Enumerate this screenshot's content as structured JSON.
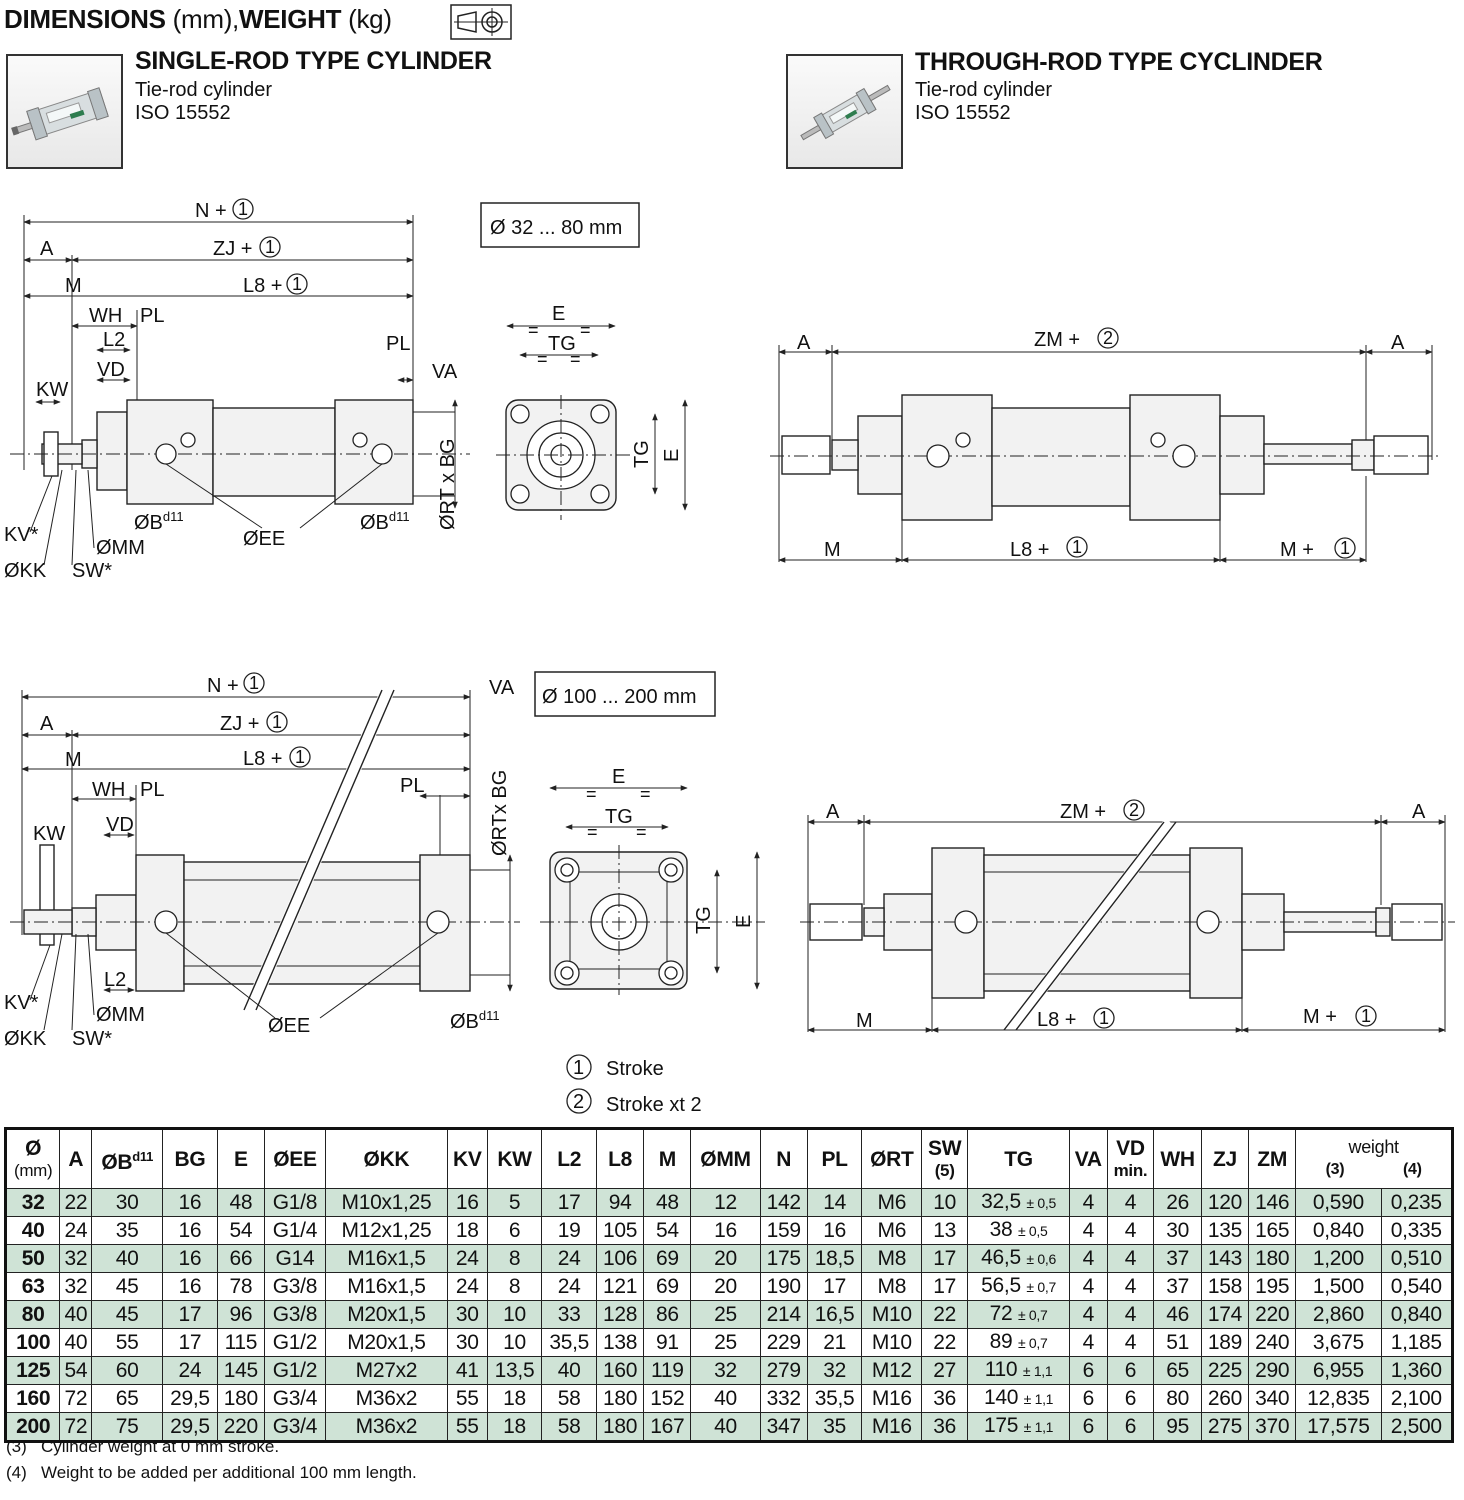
{
  "header": {
    "title_bold": "DIMENSIONS",
    "title_unit1": "(mm),",
    "title_bold2": "WEIGHT",
    "title_unit2": "(kg)"
  },
  "left_product": {
    "title": "SINGLE-ROD TYPE CYLINDER",
    "line1": "Tie-rod cylinder",
    "line2": "ISO 15552"
  },
  "right_product": {
    "title": "THROUGH-ROD TYPE CYCLINDER",
    "line1": "Tie-rod cylinder",
    "line2": "ISO 15552"
  },
  "ranges": {
    "small": "Ø 32 ... 80 mm",
    "large": "Ø 100 ... 200 mm"
  },
  "labels": {
    "N": "N +",
    "ZJ": "ZJ +",
    "L8": "L8 +",
    "A": "A",
    "M": "M",
    "WH": "WH",
    "PL": "PL",
    "L2": "L2",
    "VD": "VD",
    "KW": "KW",
    "VA": "VA",
    "KV": "KV*",
    "KK": "ØKK",
    "SW": "SW*",
    "MM": "ØMM",
    "B": "ØB",
    "d11": "d11",
    "EE": "ØEE",
    "RTBG": "ØRT x BG",
    "RTBG2": "ØRTx BG",
    "E": "E",
    "TG": "TG",
    "eq": "=",
    "ZM": "ZM +",
    "Mplus": "M +",
    "c1": "1",
    "c2": "2"
  },
  "legend": {
    "one_num": "1",
    "one": "Stroke",
    "two_num": "2",
    "two": "Stroke xt 2"
  },
  "table": {
    "headers": [
      "Ø",
      "A",
      "ØB",
      "BG",
      "E",
      "ØEE",
      "ØKK",
      "KV",
      "KW",
      "L2",
      "L8",
      "M",
      "ØMM",
      "N",
      "PL",
      "ØRT",
      "SW",
      "TG",
      "VA",
      "VD",
      "WH",
      "ZJ",
      "ZM",
      "weight"
    ],
    "h_mm": "(mm)",
    "h_d11": "d11",
    "h_sw5": "(5)",
    "h_vdmin": "min.",
    "h_w3": "(3)",
    "h_w4": "(4)",
    "rows": [
      [
        "32",
        "22",
        "30",
        "16",
        "48",
        "G1/8",
        "M10x1,25",
        "16",
        "5",
        "17",
        "94",
        "48",
        "12",
        "142",
        "14",
        "M6",
        "10",
        "32,5",
        "± 0,5",
        "4",
        "4",
        "26",
        "120",
        "146",
        "0,590",
        "0,235"
      ],
      [
        "40",
        "24",
        "35",
        "16",
        "54",
        "G1/4",
        "M12x1,25",
        "18",
        "6",
        "19",
        "105",
        "54",
        "16",
        "159",
        "16",
        "M6",
        "13",
        "38",
        "± 0,5",
        "4",
        "4",
        "30",
        "135",
        "165",
        "0,840",
        "0,335"
      ],
      [
        "50",
        "32",
        "40",
        "16",
        "66",
        "G14",
        "M16x1,5",
        "24",
        "8",
        "24",
        "106",
        "69",
        "20",
        "175",
        "18,5",
        "M8",
        "17",
        "46,5",
        "± 0,6",
        "4",
        "4",
        "37",
        "143",
        "180",
        "1,200",
        "0,510"
      ],
      [
        "63",
        "32",
        "45",
        "16",
        "78",
        "G3/8",
        "M16x1,5",
        "24",
        "8",
        "24",
        "121",
        "69",
        "20",
        "190",
        "17",
        "M8",
        "17",
        "56,5",
        "± 0,7",
        "4",
        "4",
        "37",
        "158",
        "195",
        "1,500",
        "0,540"
      ],
      [
        "80",
        "40",
        "45",
        "17",
        "96",
        "G3/8",
        "M20x1,5",
        "30",
        "10",
        "33",
        "128",
        "86",
        "25",
        "214",
        "16,5",
        "M10",
        "22",
        "72",
        "± 0,7",
        "4",
        "4",
        "46",
        "174",
        "220",
        "2,860",
        "0,840"
      ],
      [
        "100",
        "40",
        "55",
        "17",
        "115",
        "G1/2",
        "M20x1,5",
        "30",
        "10",
        "35,5",
        "138",
        "91",
        "25",
        "229",
        "21",
        "M10",
        "22",
        "89",
        "± 0,7",
        "4",
        "4",
        "51",
        "189",
        "240",
        "3,675",
        "1,185"
      ],
      [
        "125",
        "54",
        "60",
        "24",
        "145",
        "G1/2",
        "M27x2",
        "41",
        "13,5",
        "40",
        "160",
        "119",
        "32",
        "279",
        "32",
        "M12",
        "27",
        "110",
        "± 1,1",
        "6",
        "6",
        "65",
        "225",
        "290",
        "6,955",
        "1,360"
      ],
      [
        "160",
        "72",
        "65",
        "29,5",
        "180",
        "G3/4",
        "M36x2",
        "55",
        "18",
        "58",
        "180",
        "152",
        "40",
        "332",
        "35,5",
        "M16",
        "36",
        "140",
        "± 1,1",
        "6",
        "6",
        "80",
        "260",
        "340",
        "12,835",
        "2,100"
      ],
      [
        "200",
        "72",
        "75",
        "29,5",
        "220",
        "G3/4",
        "M36x2",
        "55",
        "18",
        "58",
        "180",
        "167",
        "40",
        "347",
        "35",
        "M16",
        "36",
        "175",
        "± 1,1",
        "6",
        "6",
        "95",
        "275",
        "370",
        "17,575",
        "2,500"
      ]
    ]
  },
  "footnotes": {
    "n3": "(3)",
    "t3": "Cylinder weight at 0 mm stroke.",
    "n4": "(4)",
    "t4": "Weight to be added per additional 100 mm length."
  },
  "colors": {
    "row_highlight": "#cfe3d6",
    "line": "#222222",
    "body_gray": "#f2f2f2"
  }
}
